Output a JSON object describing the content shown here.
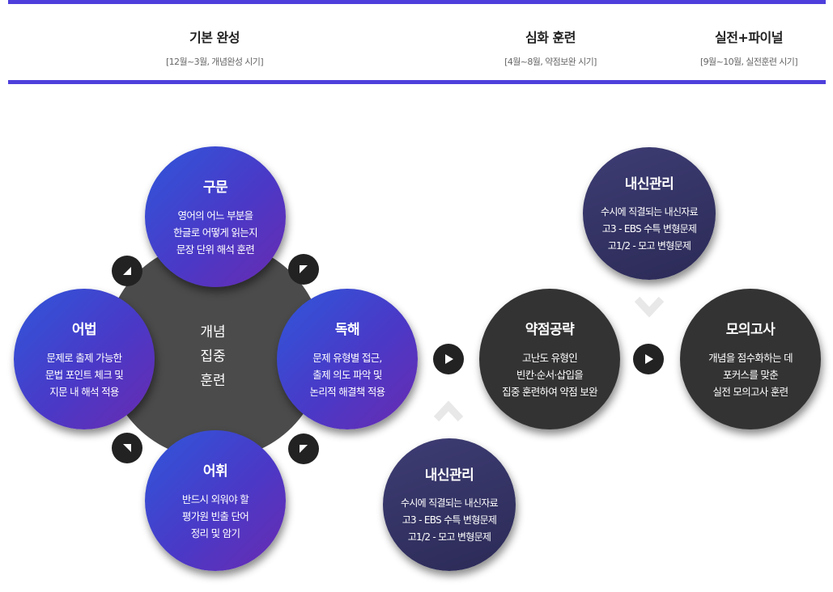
{
  "phases": [
    {
      "title": "기본 완성",
      "period": "[12월~3월, 개념완성 시기]"
    },
    {
      "title": "심화 훈련",
      "period": "[4월~8월, 약점보완 시기]"
    },
    {
      "title": "실전+파이널",
      "period": "[9월~10월, 실전훈련 시기]"
    }
  ],
  "hub": {
    "lines": [
      "개념",
      "집중",
      "훈련"
    ]
  },
  "circles": {
    "gumun": {
      "title": "구문",
      "lines": [
        "영어의 어느 부분을",
        "한글로 어떻게 읽는지",
        "문장 단위 해석 훈련"
      ]
    },
    "eobeop": {
      "title": "어법",
      "lines": [
        "문제로 출제 가능한",
        "문법 포인트 체크 및",
        "지문 내 해석 적용"
      ]
    },
    "dokhae": {
      "title": "독해",
      "lines": [
        "문제 유형별 접근,",
        "출제 의도 파악 및",
        "논리적 해결책 적용"
      ]
    },
    "eohwi": {
      "title": "어휘",
      "lines": [
        "반드시 외워야 할",
        "평가원 빈출 단어",
        "정리 및 암기"
      ]
    },
    "naesin_bottom": {
      "title": "내신관리",
      "lines": [
        "수시에 직결되는 내신자료",
        "고3 - EBS 수특 변형문제",
        "고1/2 - 모고 변형문제"
      ]
    },
    "naesin_top": {
      "title": "내신관리",
      "lines": [
        "수시에 직결되는 내신자료",
        "고3 - EBS 수특 변형문제",
        "고1/2 - 모고 변형문제"
      ]
    },
    "weakness": {
      "title": "약점공략",
      "lines": [
        "고난도 유형인",
        "빈칸·순서·삽입을",
        "집중 훈련하여 약점 보완"
      ]
    },
    "mock": {
      "title": "모의고사",
      "lines": [
        "개념을 점수화하는 데",
        "포커스를 맞춘",
        "실전 모의고사 훈련"
      ]
    }
  },
  "icons": {
    "arrow": "triangle-arrow-icon",
    "play": "play-icon",
    "chevron_up": "chevron-up-icon",
    "chevron_down": "chevron-down-icon"
  },
  "colors": {
    "accent": "#4e3fdc",
    "hub": "#4b4b4b",
    "navy": "#2b2a56",
    "dark": "#333333"
  }
}
